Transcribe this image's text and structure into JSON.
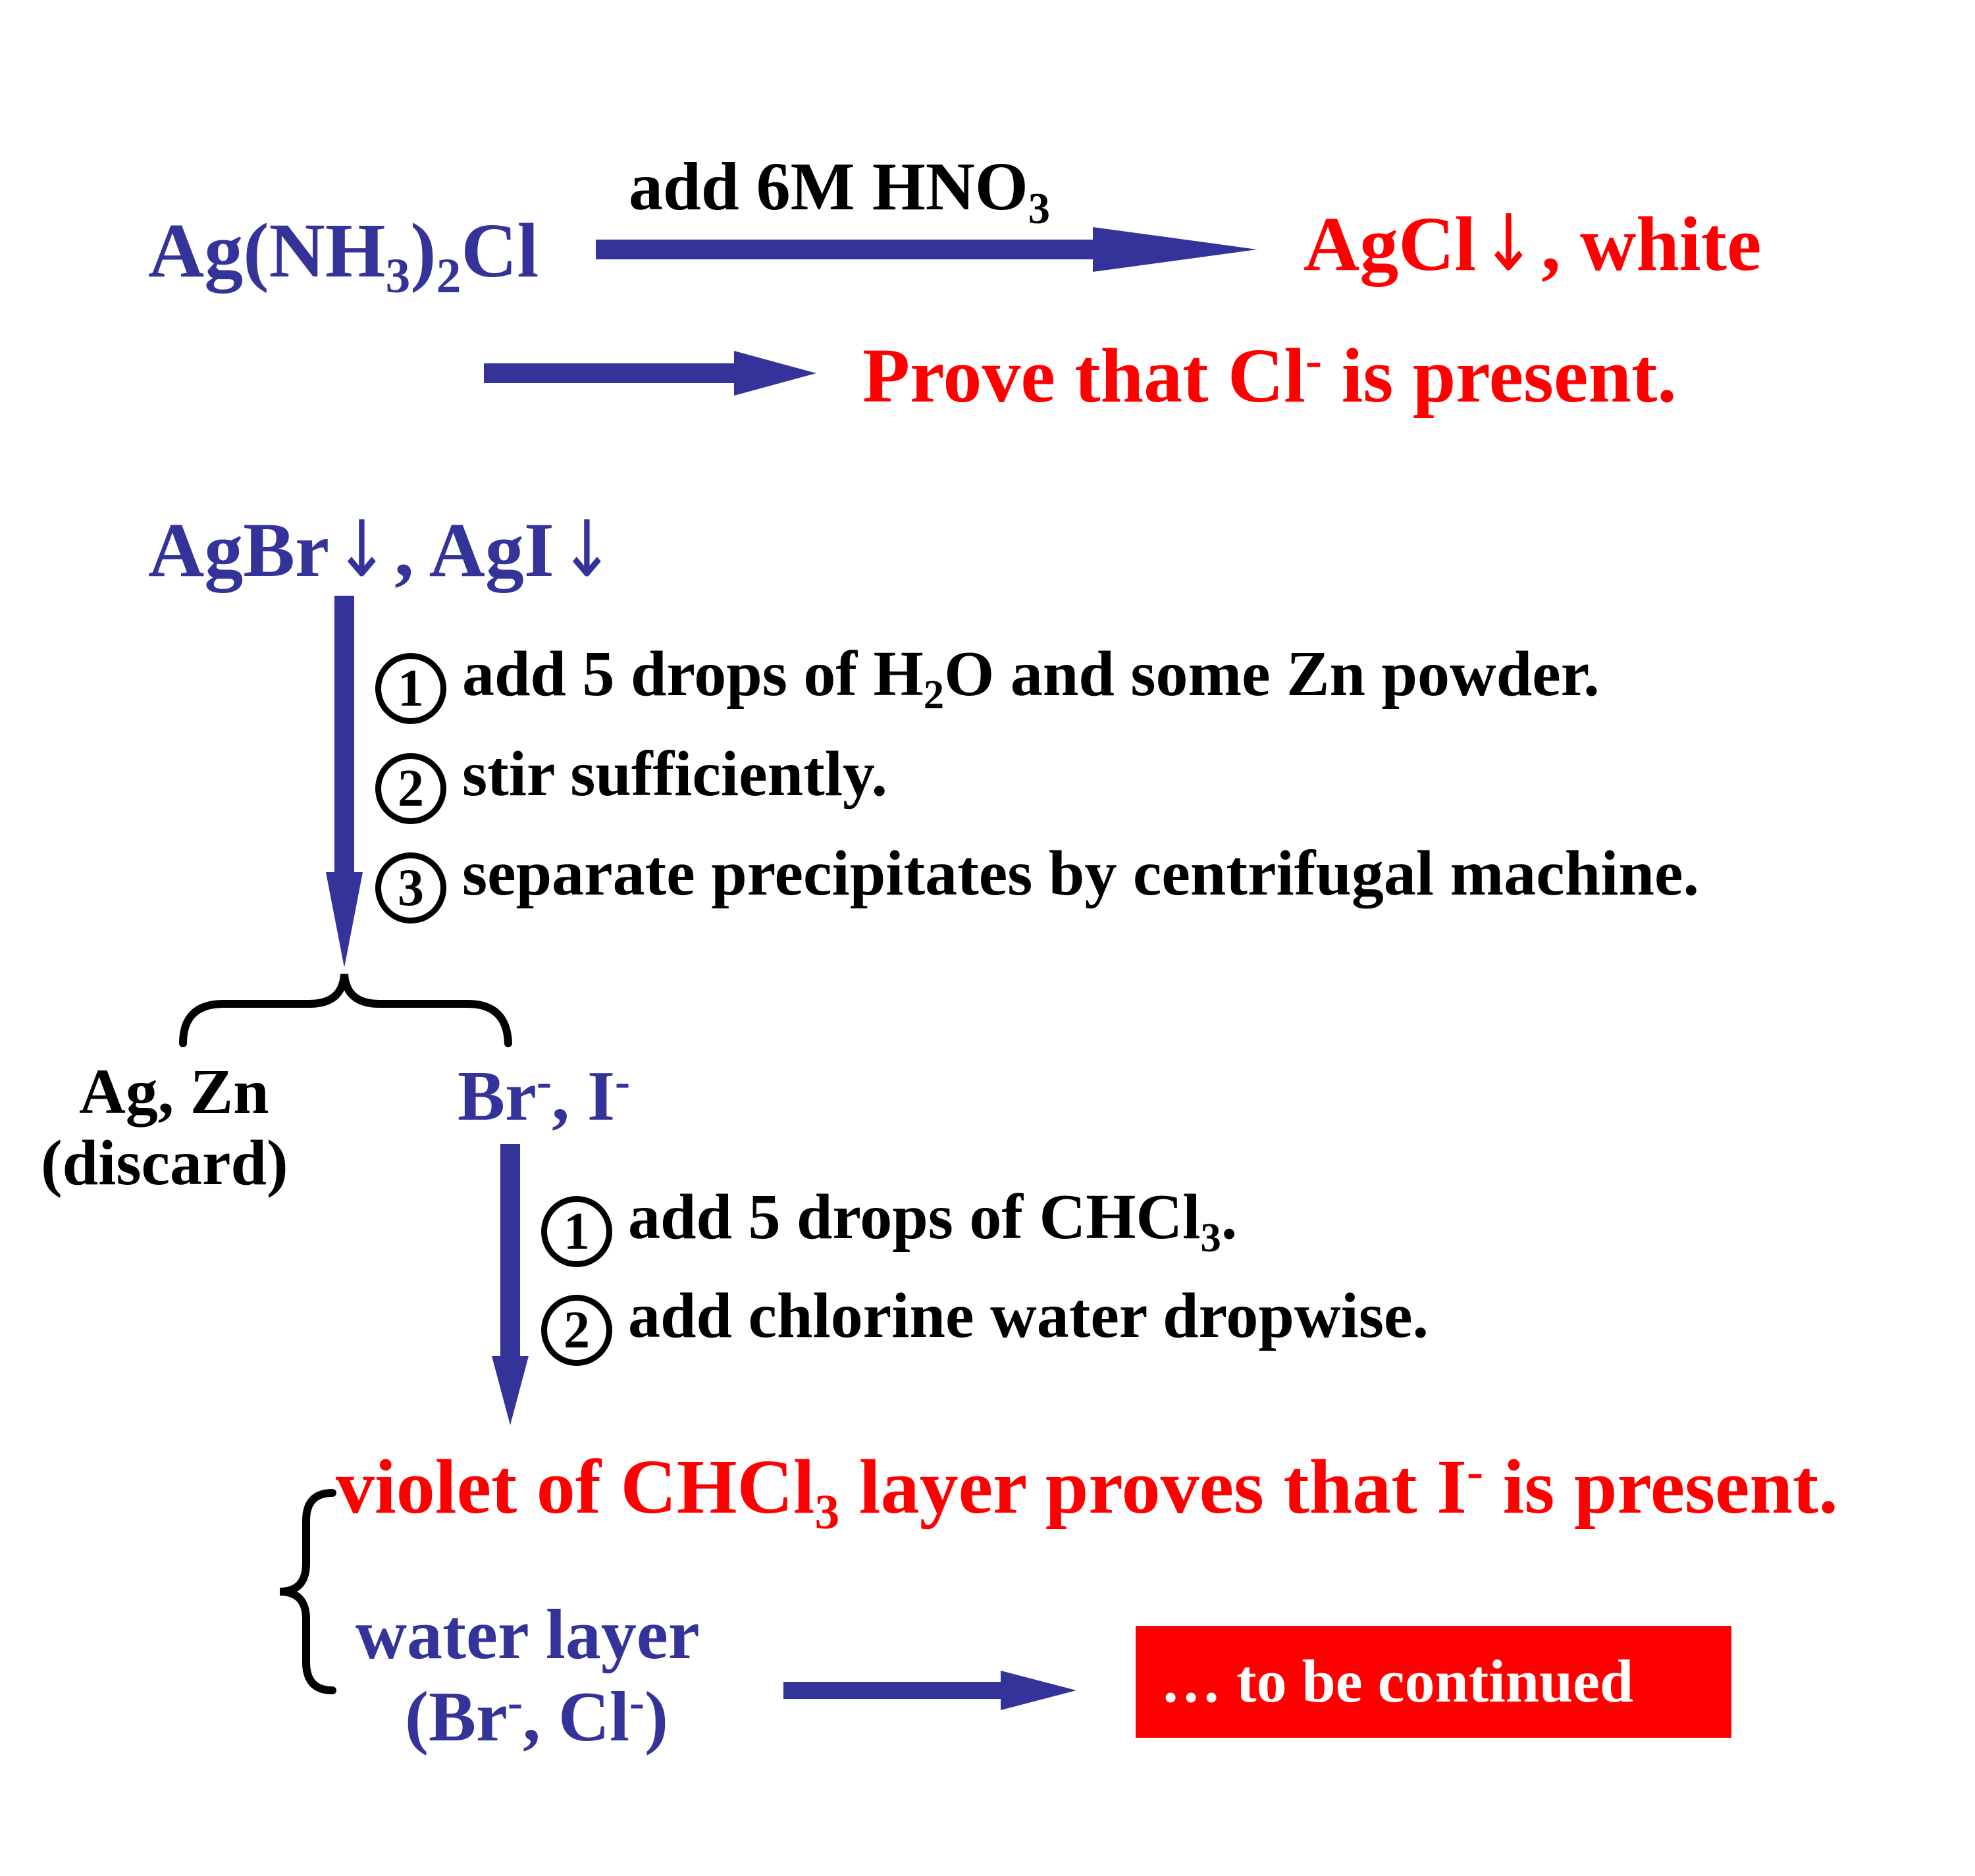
{
  "colors": {
    "blue": "#33339a",
    "red": "#ff0000",
    "black": "#000000",
    "box_fill": "#ff0000",
    "box_text": "#ffffff"
  },
  "row1": {
    "reagent_prefix": "Ag(NH",
    "reagent_sub1": "3",
    "reagent_mid": ")",
    "reagent_sub2": "2",
    "reagent_suffix": "Cl",
    "arrow_label_main": "add 6M HNO",
    "arrow_label_sub": "3",
    "product_text": "AgCl",
    "product_symbol": "↓",
    "product_tail": ", white"
  },
  "row2": {
    "text_before": "Prove that Cl",
    "sup": "-",
    "text_after": " is present."
  },
  "row3": {
    "part1": "AgBr",
    "arrow1": "↓",
    "part2": ", AgI",
    "arrow2": "↓"
  },
  "steps1": [
    {
      "num": "1",
      "text_before": "add 5 drops of H",
      "sub": "2",
      "text_after": "O and some Zn powder."
    },
    {
      "num": "2",
      "text": "stir sufficiently."
    },
    {
      "num": "3",
      "text": "separate precipitates by centrifugal machine."
    }
  ],
  "split1": {
    "left_line1": "Ag, Zn",
    "left_line2": "(discard)",
    "right_part1": "Br",
    "right_sup1": "-",
    "right_part2": ", I",
    "right_sup2": "-"
  },
  "steps2": [
    {
      "num": "1",
      "text_before": "add 5 drops of CHCl",
      "sub": "3",
      "text_after": "."
    },
    {
      "num": "2",
      "text": "add chlorine water dropwise."
    }
  ],
  "result": {
    "violet_before": "violet of CHCl",
    "violet_sub": "3",
    "violet_mid": " layer proves that I",
    "violet_sup": "-",
    "violet_after": " is present.",
    "water_line1": "water layer",
    "water_line2_a": "(Br",
    "water_line2_sup1": "-",
    "water_line2_b": ", Cl",
    "water_line2_sup2": "-",
    "water_line2_c": ")",
    "continued": "… to be continued"
  }
}
